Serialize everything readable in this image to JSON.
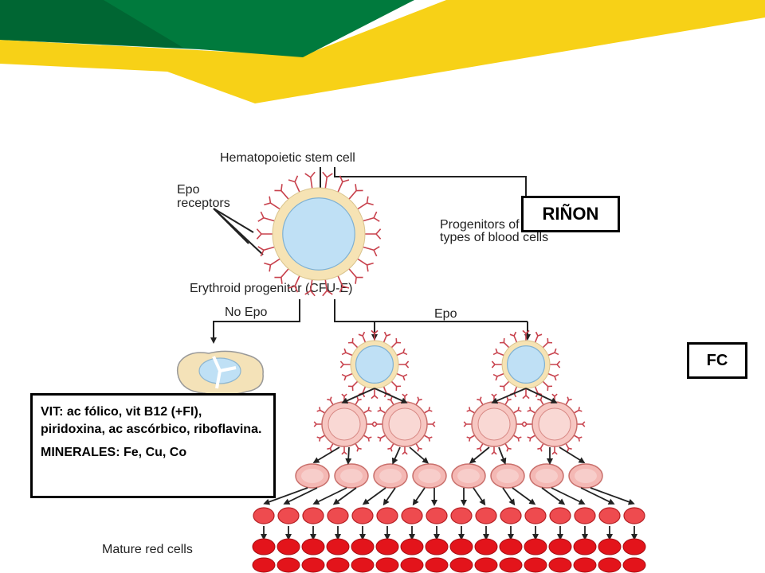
{
  "diagram": {
    "labels": {
      "stem_cell": "Hematopoietic stem cell",
      "epo_receptors_1": "Epo",
      "epo_receptors_2": "receptors",
      "progenitors_1": "Progenitors of other",
      "progenitors_2": "types of blood cells",
      "cfu_e": "Erythroid progenitor (CFU-E)",
      "no_epo": "No Epo",
      "epo": "Epo",
      "mature": "Mature red cells"
    }
  },
  "callouts": {
    "rinon": "RIÑON",
    "fc": "FC",
    "vitamins": "VIT: ac fólico, vit B12 (+FI), piridoxina, ac ascórbico, riboflavina.",
    "minerals": "MINERALES: Fe, Cu, Co"
  },
  "colors": {
    "banner_green": "#007a3d",
    "banner_dark_green": "#006633",
    "banner_yellow": "#f7d117",
    "cell_blue": "#bfe0f5",
    "cell_ring": "#f6e3b4",
    "receptor_red": "#c8424d",
    "precursor_pink": "#f4b8b4",
    "red_cell": "#e3141b"
  }
}
